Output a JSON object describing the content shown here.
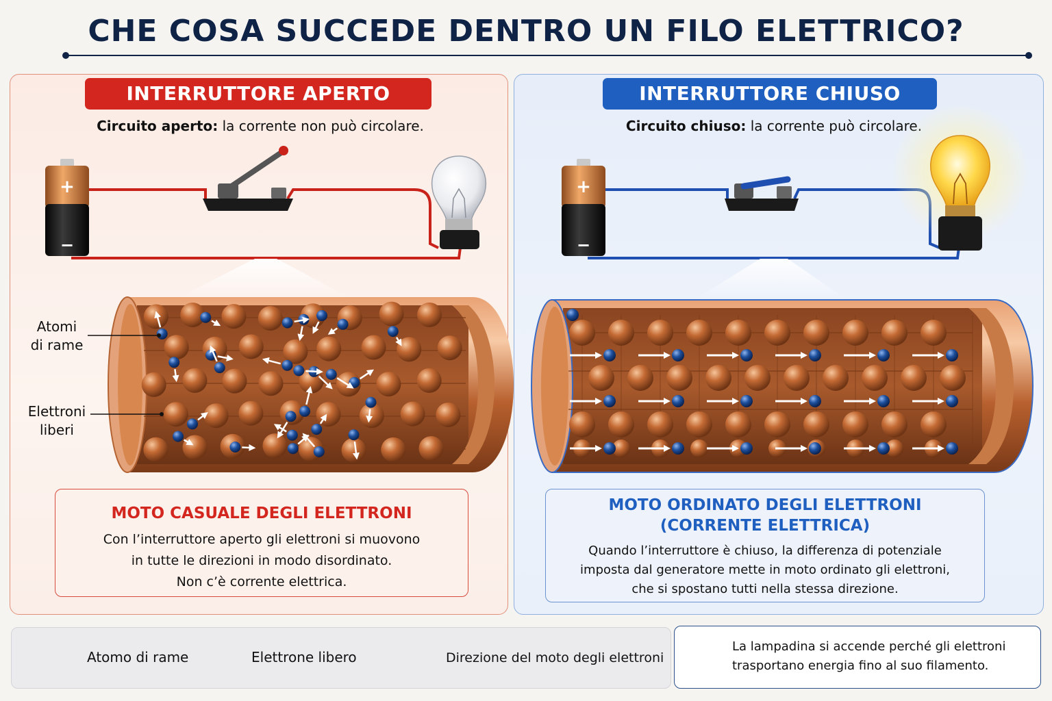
{
  "title": "CHE COSA SUCCEDE DENTRO UN FILO ELETTRICO?",
  "left": {
    "banner": "INTERRUTTORE APERTO",
    "subtitle_bold": "Circuito aperto:",
    "subtitle_rest": " la corrente non può circolare.",
    "label_atoms_line1": "Atomi",
    "label_atoms_line2": "di rame",
    "label_electrons_line1": "Elettroni",
    "label_electrons_line2": "liberi",
    "box_title": "MOTO CASUALE DEGLI ELETTRONI",
    "box_lines": [
      "Con l’interruttore aperto gli elettroni si muovono",
      "in tutte le direzioni in modo disordinato.",
      "Non c’è corrente elettrica."
    ]
  },
  "right": {
    "banner": "INTERRUTTORE CHIUSO",
    "subtitle_bold": "Circuito chiuso:",
    "subtitle_rest": " la corrente può circolare.",
    "box_title_line1": "MOTO ORDINATO DEGLI ELETTRONI",
    "box_title_line2": "(CORRENTE ELETTRICA)",
    "box_lines": [
      "Quando l’interruttore è chiuso, la differenza di potenziale",
      "imposta dal generatore mette in moto ordinato gli elettroni,",
      "che si spostano tutti nella stessa direzione."
    ]
  },
  "battery": {
    "plus": "+",
    "minus": "−"
  },
  "legend": {
    "atom": "Atomo di rame",
    "electron": "Elettrone libero",
    "arrow": "Direzione del moto degli elettroni"
  },
  "note": "La lampadina si accende perché gli elettroni trasportano energia fino al suo filamento.",
  "colors": {
    "title": "#0f2346",
    "red_accent": "#d3261f",
    "blue_accent": "#1f5fc0",
    "copper": "#c46a34",
    "electron": "#1d4f9c"
  }
}
